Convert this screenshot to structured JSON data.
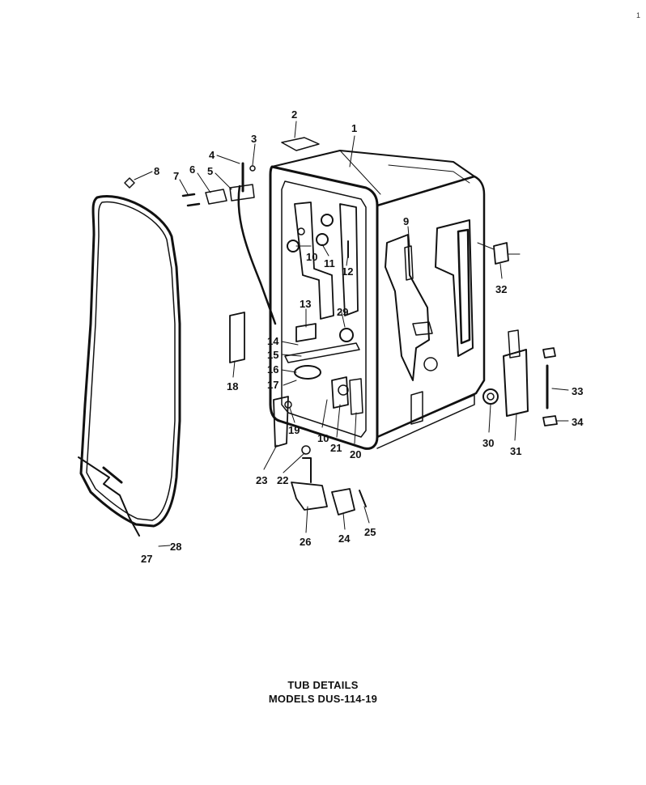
{
  "caption": {
    "title": "TUB DETAILS",
    "subtitle": "MODELS DUS-114-19"
  },
  "corner_mark": "1",
  "callouts": [
    {
      "id": "1",
      "text": "1"
    },
    {
      "id": "2",
      "text": "2"
    },
    {
      "id": "3",
      "text": "3"
    },
    {
      "id": "4",
      "text": "4"
    },
    {
      "id": "5",
      "text": "5"
    },
    {
      "id": "6",
      "text": "6"
    },
    {
      "id": "7",
      "text": "7"
    },
    {
      "id": "8",
      "text": "8"
    },
    {
      "id": "9",
      "text": "9"
    },
    {
      "id": "10a",
      "text": "10"
    },
    {
      "id": "11",
      "text": "11"
    },
    {
      "id": "12",
      "text": "12"
    },
    {
      "id": "13",
      "text": "13"
    },
    {
      "id": "14",
      "text": "14"
    },
    {
      "id": "15",
      "text": "15"
    },
    {
      "id": "16",
      "text": "16"
    },
    {
      "id": "17",
      "text": "17"
    },
    {
      "id": "18",
      "text": "18"
    },
    {
      "id": "19",
      "text": "19"
    },
    {
      "id": "10b",
      "text": "10"
    },
    {
      "id": "20",
      "text": "20"
    },
    {
      "id": "21",
      "text": "21"
    },
    {
      "id": "22",
      "text": "22"
    },
    {
      "id": "23",
      "text": "23"
    },
    {
      "id": "24",
      "text": "24"
    },
    {
      "id": "25",
      "text": "25"
    },
    {
      "id": "26",
      "text": "26"
    },
    {
      "id": "27",
      "text": "27"
    },
    {
      "id": "28",
      "text": "28"
    },
    {
      "id": "29",
      "text": "29"
    },
    {
      "id": "30",
      "text": "30"
    },
    {
      "id": "31",
      "text": "31"
    },
    {
      "id": "32",
      "text": "32"
    },
    {
      "id": "33",
      "text": "33"
    },
    {
      "id": "34",
      "text": "34"
    }
  ]
}
